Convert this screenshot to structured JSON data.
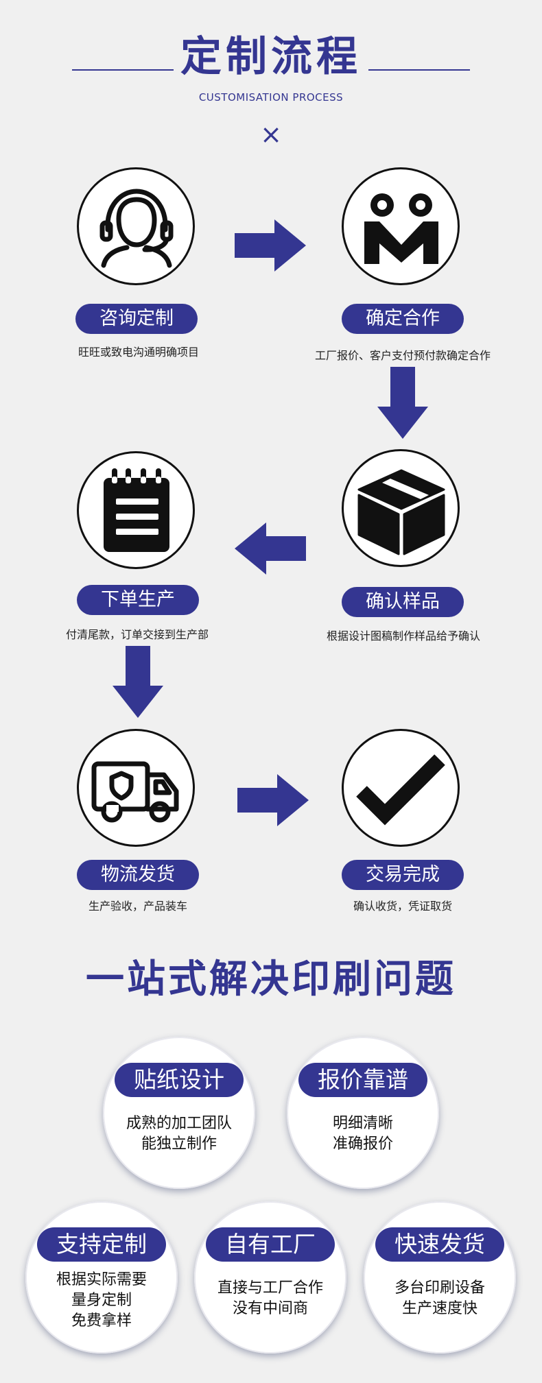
{
  "header": {
    "title": "定制流程",
    "subtitle": "CUSTOMISATION PROCESS",
    "close_symbol": "×"
  },
  "steps": [
    {
      "label": "咨询定制",
      "desc": "旺旺或致电沟通明确项目",
      "icon": "customer-service-icon"
    },
    {
      "label": "确定合作",
      "desc": "工厂报价、客户支付预付款确定合作",
      "icon": "cooperation-icon"
    },
    {
      "label": "下单生产",
      "desc": "付清尾款，订单交接到生产部",
      "icon": "notepad-icon"
    },
    {
      "label": "确认样品",
      "desc": "根据设计图稿制作样品给予确认",
      "icon": "box-icon"
    },
    {
      "label": "物流发货",
      "desc": "生产验收，产品装车",
      "icon": "truck-icon"
    },
    {
      "label": "交易完成",
      "desc": "确认收货，凭证取货",
      "icon": "checkmark-icon"
    }
  ],
  "section2": {
    "title": "一站式解决印刷问题",
    "features": [
      {
        "label": "贴纸设计",
        "lines": [
          "成熟的加工团队",
          "能独立制作"
        ]
      },
      {
        "label": "报价靠谱",
        "lines": [
          "明细清晰",
          "准确报价"
        ]
      },
      {
        "label": "支持定制",
        "lines": [
          "根据实际需要",
          "量身定制",
          "免费拿样"
        ]
      },
      {
        "label": "自有工厂",
        "lines": [
          "直接与工厂合作",
          "没有中间商"
        ]
      },
      {
        "label": "快速发货",
        "lines": [
          "多台印刷设备",
          "生产速度快"
        ]
      }
    ]
  },
  "colors": {
    "accent": "#343691",
    "background": "#f0f0f0",
    "icon": "#111111"
  }
}
